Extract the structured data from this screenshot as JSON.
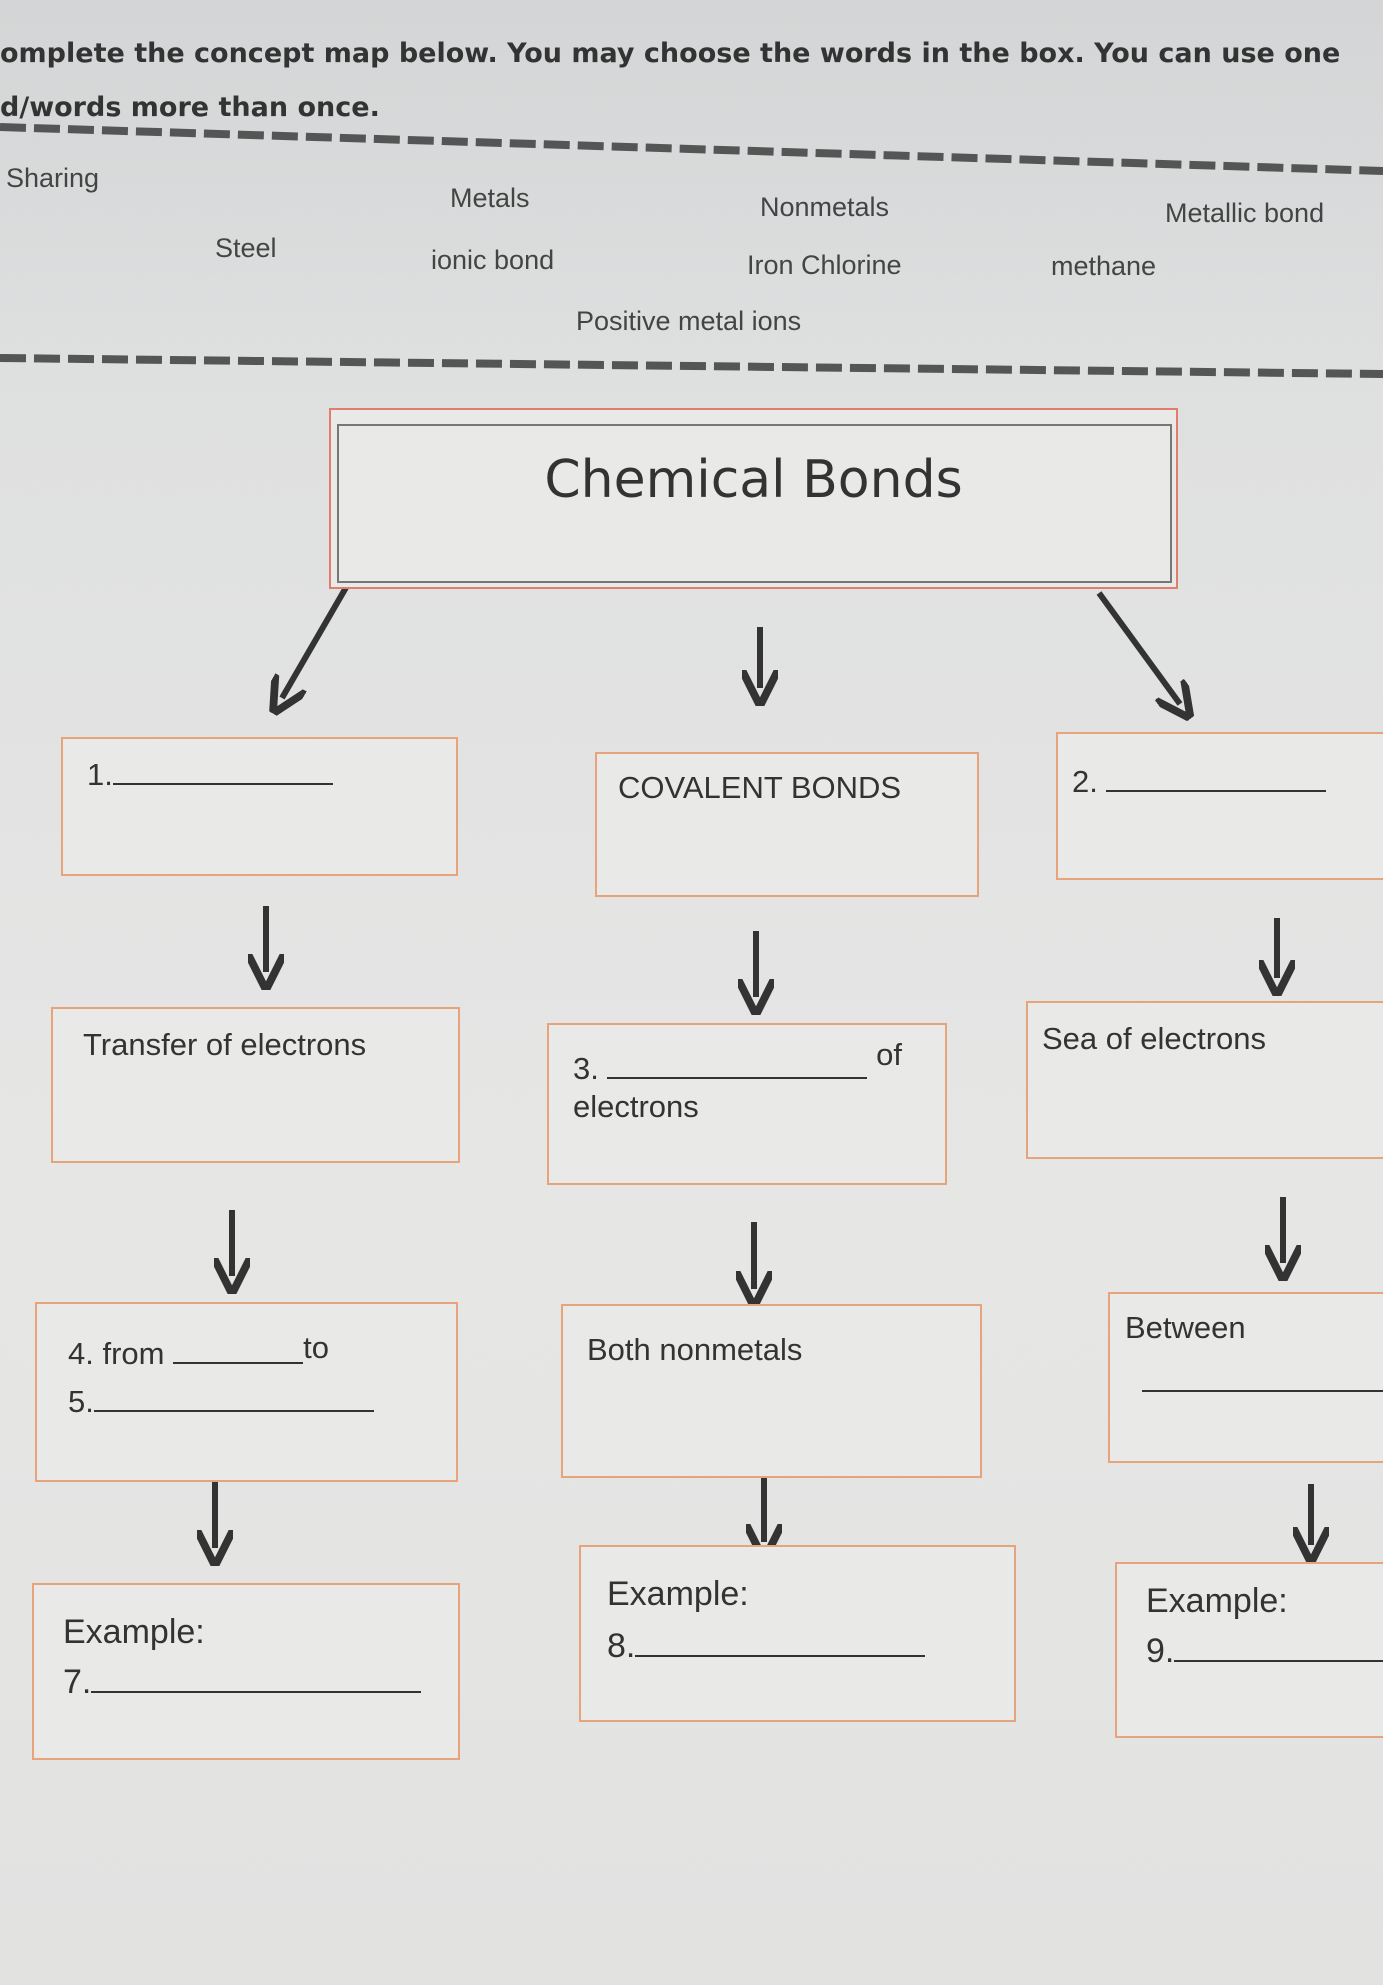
{
  "instructions": {
    "line1": "omplete the concept map below. You may choose the words in the box. You can use one",
    "line2": "d/words more than once."
  },
  "word_bank": [
    "Sharing",
    "Metals",
    "Nonmetals",
    "Metallic bond",
    "Steel",
    "ionic bond",
    "Iron Chlorine",
    "methane",
    "Positive metal ions"
  ],
  "title": "Chemical Bonds",
  "row1": {
    "left_num": "1.",
    "center": "COVALENT BONDS",
    "right_num": "2."
  },
  "row2": {
    "left": "Transfer of electrons",
    "center_num": "3.",
    "center_of": "of",
    "center_line2": "electrons",
    "right": "Sea of electrons"
  },
  "row3": {
    "left_num4": "4.",
    "left_from": "from",
    "left_to": "to",
    "left_num5": "5.",
    "center": "Both nonmetals",
    "right": "Between"
  },
  "row4": {
    "example_label": "Example:",
    "left_num": "7.",
    "center_num": "8.",
    "right_num": "9."
  },
  "colors": {
    "box_border": "#e7a47c",
    "title_border": "#e07d6e",
    "text": "#333333"
  }
}
